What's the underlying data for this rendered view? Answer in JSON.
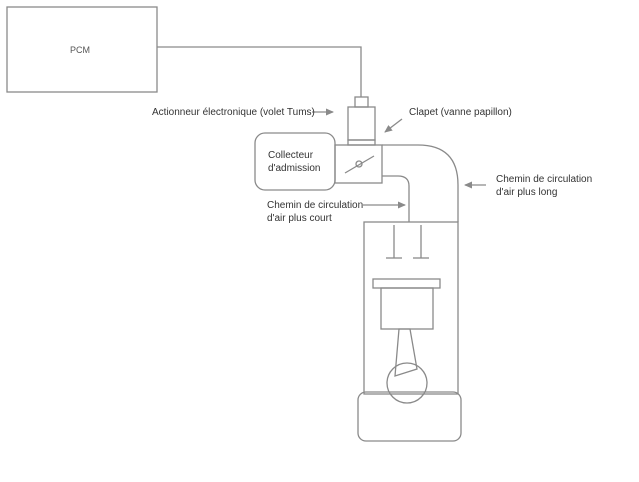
{
  "pcm": {
    "label": "PCM"
  },
  "labels": {
    "actuator": "Actionneur électronique (volet Tums)",
    "throttle_valve": "Clapet (vanne papillon)",
    "manifold_line1": "Collecteur",
    "manifold_line2": "d'admission",
    "short_path_line1": "Chemin de circulation",
    "short_path_line2": "d'air plus court",
    "long_path_line1": "Chemin de circulation",
    "long_path_line2": "d'air plus long"
  },
  "colors": {
    "stroke": "#8a8a8a",
    "text": "#333333"
  }
}
